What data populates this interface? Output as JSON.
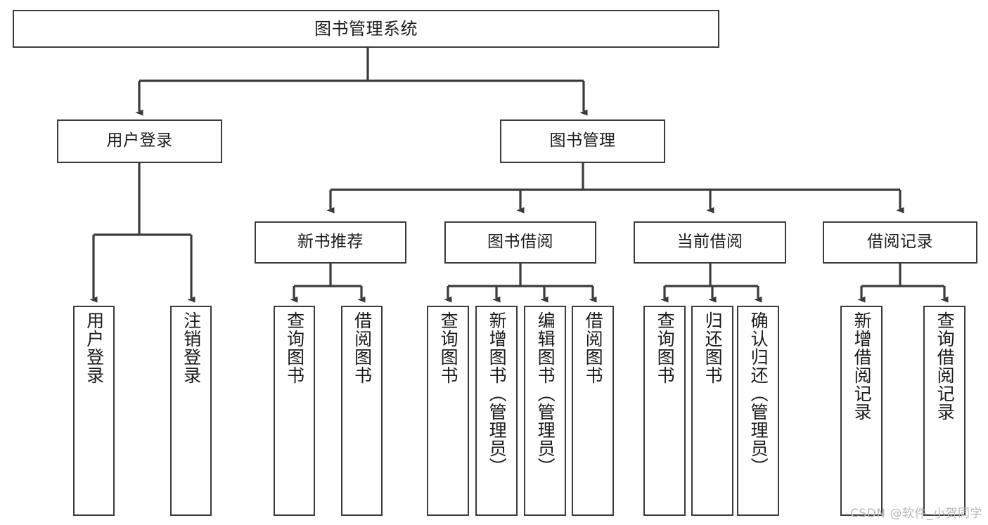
{
  "diagram": {
    "type": "tree-hierarchy",
    "title": "图书管理系统",
    "watermark": "CSDN @软件_小贺同学",
    "colors": {
      "box_border": "#3b3b3b",
      "box_fill": "#ffffff",
      "connector": "#3b3b3b",
      "text": "#1b1b1b",
      "watermark": "#b9b9b9"
    },
    "root": {
      "label": "图书管理系统"
    },
    "level2": [
      {
        "id": "user-login",
        "label": "用户登录"
      },
      {
        "id": "book-manage",
        "label": "图书管理"
      }
    ],
    "level3": [
      {
        "id": "new-book-recommend",
        "label": "新书推荐"
      },
      {
        "id": "book-borrow",
        "label": "图书借阅"
      },
      {
        "id": "current-borrow",
        "label": "当前借阅"
      },
      {
        "id": "borrow-record",
        "label": "借阅记录"
      }
    ],
    "leaves": {
      "user_login": [
        {
          "id": "leaf-user-login",
          "label": "用户登录"
        },
        {
          "id": "leaf-logout-login",
          "label": "注销登录"
        }
      ],
      "new_book_recommend": [
        {
          "id": "leaf-query-book-1",
          "label": "查询图书"
        },
        {
          "id": "leaf-borrow-book-1",
          "label": "借阅图书"
        }
      ],
      "book_borrow": [
        {
          "id": "leaf-query-book-2",
          "label": "查询图书"
        },
        {
          "id": "leaf-add-book",
          "label": "新增图书（管理员）"
        },
        {
          "id": "leaf-edit-book",
          "label": "编辑图书（管理员）"
        },
        {
          "id": "leaf-borrow-book-2",
          "label": "借阅图书"
        }
      ],
      "current_borrow": [
        {
          "id": "leaf-query-book-3",
          "label": "查询图书"
        },
        {
          "id": "leaf-return-book",
          "label": "归还图书"
        },
        {
          "id": "leaf-confirm-return",
          "label": "确认归还（管理员）"
        }
      ],
      "borrow_record": [
        {
          "id": "leaf-add-record",
          "label": "新增借阅记录"
        },
        {
          "id": "leaf-query-record",
          "label": "查询借阅记录"
        }
      ]
    }
  }
}
